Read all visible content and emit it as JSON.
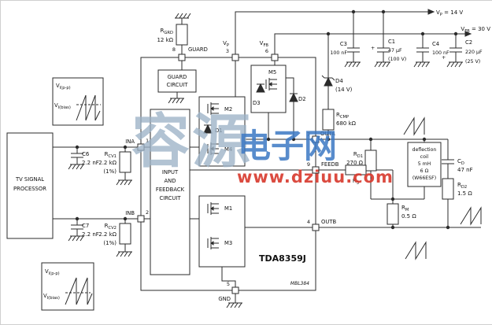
{
  "watermark": {
    "word1": "容源",
    "word2": "电子网",
    "url": "www.dziuu.com"
  },
  "rails": {
    "vp_sym": "V",
    "vp_sub": "P",
    "vp_eq": " = 14 V",
    "vfb_sym": "V",
    "vfb_sub": "FB",
    "vfb_eq": " = 30 V"
  },
  "tv": {
    "line1": "TV SIGNAL",
    "line2": "PROCESSOR"
  },
  "wave": {
    "vpp_sym": "V",
    "vpp_sub": "I(p-p)",
    "vbias_sym": "V",
    "vbias_sub": "I(bias)"
  },
  "ic": {
    "name": "TDA8359J",
    "fig": "MBL384",
    "guard_block": {
      "line1": "GUARD",
      "line2": "CIRCUIT"
    },
    "input_block": {
      "line1": "INPUT",
      "line2": "AND",
      "line3": "FEEDBACK",
      "line4": "CIRCUIT"
    },
    "pins": {
      "p1": "1",
      "p2": "2",
      "p3": "3",
      "p4": "4",
      "p5": "5",
      "p6": "6",
      "p7": "7",
      "p8": "8",
      "p9": "9",
      "ina": "INA",
      "inb": "INB",
      "outa": "OUTA",
      "outb": "OUTB",
      "feedb": "FEEDB",
      "gnd": "GND",
      "guard": "GUARD",
      "vp_sym": "V",
      "vp_sub": "P",
      "vfb_sym": "V",
      "vfb_sub": "FB"
    },
    "devices": {
      "m1": "M1",
      "m2": "M2",
      "m3": "M3",
      "m4": "M4",
      "m5": "M5",
      "d1": "D1",
      "d2": "D2",
      "d3": "D3"
    }
  },
  "parts": {
    "rgrd": {
      "sym": "R",
      "sub": "GRD",
      "val": "12 kΩ"
    },
    "c6": {
      "sym": "C6",
      "val": "2.2 nF"
    },
    "rcv1": {
      "sym": "R",
      "sub": "CV1",
      "val": "2.2 kΩ",
      "note": "(1%)"
    },
    "c7": {
      "sym": "C7",
      "val": "2.2 nF"
    },
    "rcv2": {
      "sym": "R",
      "sub": "CV2",
      "val": "2.2 kΩ",
      "note": "(1%)"
    },
    "c3": {
      "sym": "C3",
      "val": "100 nF"
    },
    "c1": {
      "sym": "C1",
      "val": "47 µF",
      "note": "(100 V)",
      "plus": "+"
    },
    "c4": {
      "sym": "C4",
      "val": "100 nF"
    },
    "c2": {
      "sym": "C2",
      "val": "220 µF",
      "note": "(25 V)",
      "plus": "+"
    },
    "d4": {
      "sym": "D4",
      "note": "(14 V)"
    },
    "rcmp": {
      "sym": "R",
      "sub": "CMP",
      "val": "680 kΩ"
    },
    "r3": {
      "sym": "R",
      "sub": "3"
    },
    "rd1": {
      "sym": "R",
      "sub": "D1",
      "val": "270 Ω"
    },
    "coil": {
      "line1": "deflection",
      "line2": "coil",
      "line3": "5 mH",
      "line4": "6 Ω",
      "line5": "(W66ESF)"
    },
    "cd": {
      "sym": "C",
      "sub": "D",
      "val": "47 nF"
    },
    "rd2": {
      "sym": "R",
      "sub": "D2",
      "val": "1.5 Ω"
    },
    "rm": {
      "sym": "R",
      "sub": "M",
      "val": "0.5 Ω"
    }
  },
  "colors": {
    "wire": "#2b2b2b",
    "watermark_gray": "#9db3c7",
    "watermark_blue": "#3c79c4",
    "watermark_red": "#d8382c"
  }
}
